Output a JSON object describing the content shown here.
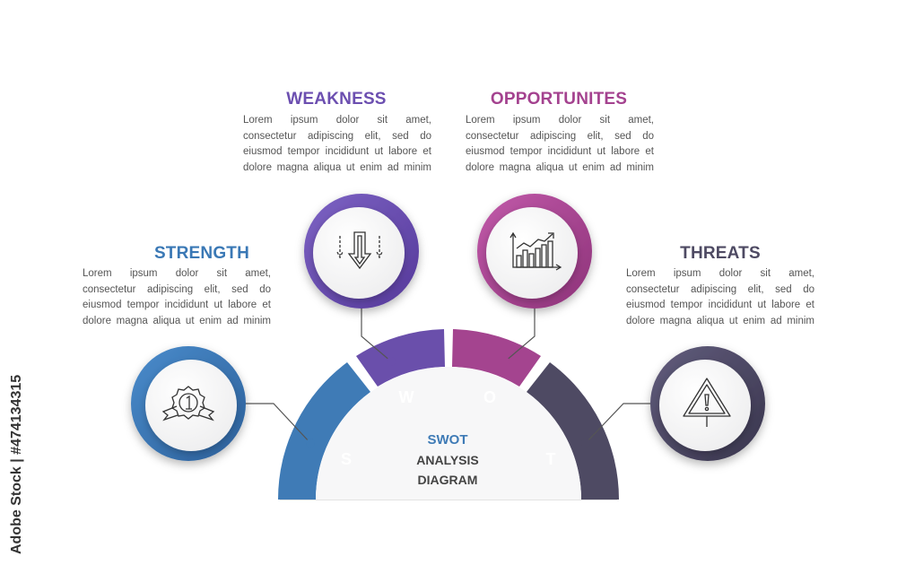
{
  "sections": {
    "strength": {
      "title": "STRENGTH",
      "lines": [
        "Lorem ipsum dolor sit amet,",
        "consectetur adipiscing elit, sed do",
        "eiusmod tempor incididunt ut labore et",
        "dolore magna aliqua ut enim ad minim"
      ],
      "color": "#3a78b5",
      "icon": "medal-icon"
    },
    "weakness": {
      "title": "WEAKNESS",
      "lines": [
        "Lorem ipsum dolor sit amet,",
        "consectetur adipiscing elit, sed do",
        "eiusmod tempor incididunt ut labore et",
        "dolore magna aliqua ut enim ad minim"
      ],
      "color": "#6c4fb0",
      "icon": "down-arrow-icon"
    },
    "opportunities": {
      "title": "OPPORTUNITES",
      "lines": [
        "Lorem ipsum dolor sit amet,",
        "consectetur adipiscing elit, sed do",
        "eiusmod tempor incididunt ut labore et",
        "dolore magna aliqua ut enim ad minim"
      ],
      "color": "#a4428f",
      "icon": "growth-chart-icon"
    },
    "threats": {
      "title": "THREATS",
      "lines": [
        "Lorem ipsum dolor sit amet,",
        "consectetur adipiscing elit, sed do",
        "eiusmod tempor incididunt ut labore et",
        "dolore magna aliqua ut enim ad minim"
      ],
      "color": "#4e4a63",
      "icon": "warning-sign-icon"
    }
  },
  "segments": {
    "s": "S",
    "w": "W",
    "o": "O",
    "t": "T"
  },
  "center": {
    "line1": "SWOT",
    "line2": "ANALYSIS",
    "line3": "DIAGRAM"
  },
  "watermark": "Adobe Stock | #474134315"
}
